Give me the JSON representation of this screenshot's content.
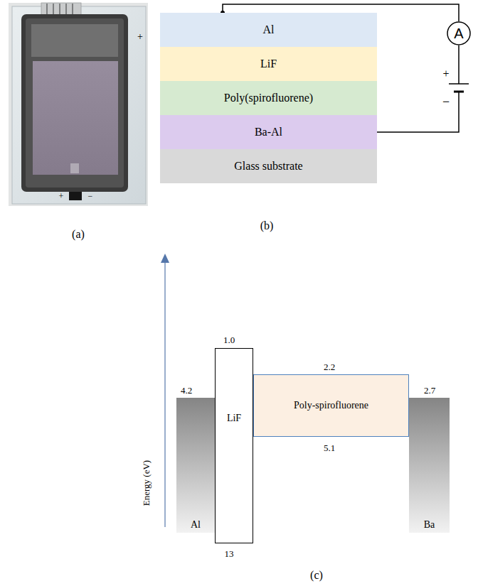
{
  "diagram": {
    "nodes": [
      {
        "text": [
          "Al"
        ]
      },
      {
        "text": [
          "LiF"
        ]
      },
      {
        "text": [
          "Poly(spirofluorene)"
        ]
      },
      {
        "text": [
          "Ba-Al"
        ]
      },
      {
        "text": [
          "Glass substrate"
        ]
      },
      {
        "text": [
          "A"
        ]
      },
      {
        "text": [
          "Al"
        ]
      },
      {
        "text": [
          "LiF"
        ]
      },
      {
        "text": [
          "Poly-spirofluorene"
        ]
      },
      {
        "text": [
          "Ba"
        ]
      }
    ],
    "edges": [
      {
        "from": 0,
        "to": 5,
        "arrow": "none"
      },
      {
        "from": 5,
        "to": 3,
        "arrow": "none"
      }
    ],
    "labels": [
      "+",
      "+",
      "−",
      "(a)",
      "(b)",
      "+",
      "−",
      "Energy (eV)",
      "4.2",
      "1.0",
      "2.2",
      "2.7",
      "5.1",
      "13",
      "(c)"
    ]
  }
}
